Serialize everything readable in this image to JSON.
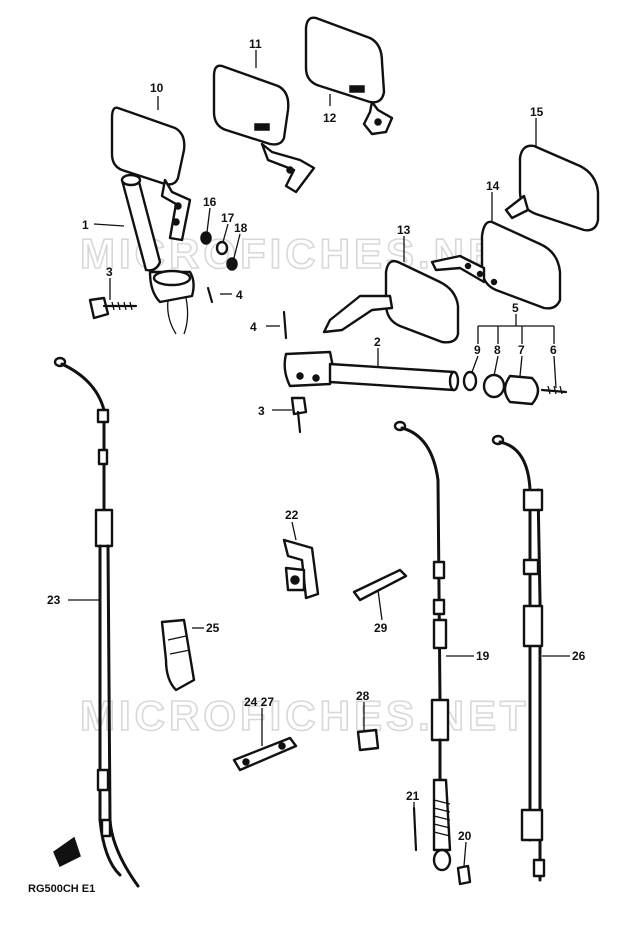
{
  "watermark": "MICROFICHES.NET",
  "diagram_code": "RG500CH E1",
  "callouts": {
    "c1": "1",
    "c2": "2",
    "c3a": "3",
    "c3b": "3",
    "c4a": "4",
    "c4b": "4",
    "c5": "5",
    "c6": "6",
    "c7": "7",
    "c8": "8",
    "c9": "9",
    "c10": "10",
    "c11": "11",
    "c12": "12",
    "c13": "13",
    "c14": "14",
    "c15": "15",
    "c16": "16",
    "c17": "17",
    "c18": "18",
    "c19": "19",
    "c20": "20",
    "c21": "21",
    "c22": "22",
    "c23": "23",
    "c24": "24 27",
    "c25": "25",
    "c26": "26",
    "c28": "28",
    "c29": "29"
  }
}
